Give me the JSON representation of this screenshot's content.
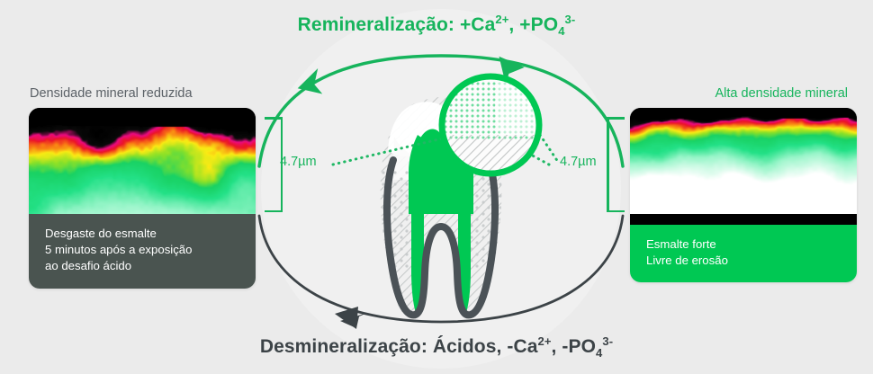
{
  "background_color": "#ebebeb",
  "accent_green": "#00c853",
  "arrow_green": "#16b45c",
  "dark_gray": "#3c4347",
  "headings": {
    "top": {
      "prefix": "Remineralização: +Ca",
      "sup1": "2+",
      "mid": ", +PO",
      "sub": "4",
      "sup2": "3-",
      "color": "#16b45c"
    },
    "bottom": {
      "prefix": "Desmineralização: Ácidos, -Ca",
      "sup1": "2+",
      "mid": ", -PO",
      "sub": "4",
      "sup2": "3-",
      "color": "#3c4347"
    }
  },
  "left": {
    "label": "Densidade mineral reduzida",
    "label_color": "#5a6066",
    "caption": "Desgaste do esmalte\n5 minutos após a exposição\nao desafio ácido",
    "caption_bg": "#4a5450",
    "measurement": "4.7µm"
  },
  "right": {
    "label": "Alta densidade mineral",
    "label_color": "#16b45c",
    "caption": "Esmalte forte\nLivre de erosão",
    "caption_bg": "#00c853",
    "measurement": "4.7µm"
  },
  "diagram": {
    "top_arc_direction": "left-to-right",
    "bottom_arc_direction": "right-to-left",
    "magnifier_label": "enamel-surface-zoom",
    "tooth_label": "molar-cross-section"
  }
}
